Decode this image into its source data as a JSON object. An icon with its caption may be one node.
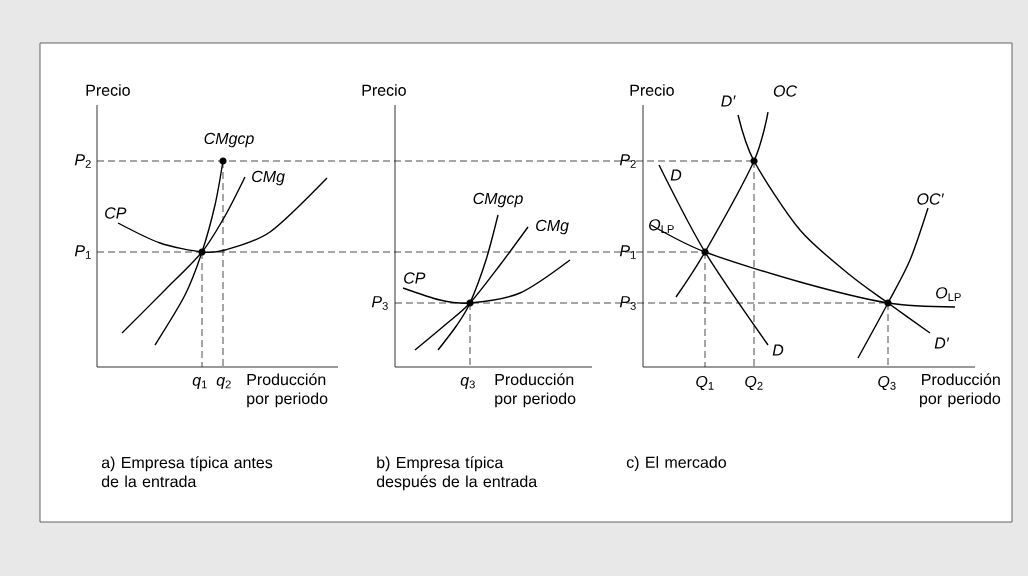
{
  "diagram": {
    "labels": [
      "Precio",
      "*P*$_{2}$",
      "CMgcp",
      "CMg",
      "CP",
      "*P*$_{1}$",
      "*q*$_{1}$",
      "*q*$_{2}$",
      "Producción por periodo",
      "Precio",
      "CMgcp",
      "CMg",
      "CP",
      "*P*$_{3}$",
      "*q*$_{3}$",
      "Producción por periodo",
      "Precio",
      "D′",
      "OC",
      "*P*$_{2}$",
      "D",
      "*O*$_{LP}$",
      "*P*$_{1}$",
      "OC′",
      "*P*$_{3}$",
      "*O*$_{LP}$",
      "D′",
      "D",
      "*Q*$_{1}$",
      "*Q*$_{2}$",
      "*Q*$_{3}$",
      "Producción por periodo",
      "a) Empresa típica antes de la entrada",
      "b) Empresa típica después de la entrada",
      "c) El mercado"
    ]
  }
}
